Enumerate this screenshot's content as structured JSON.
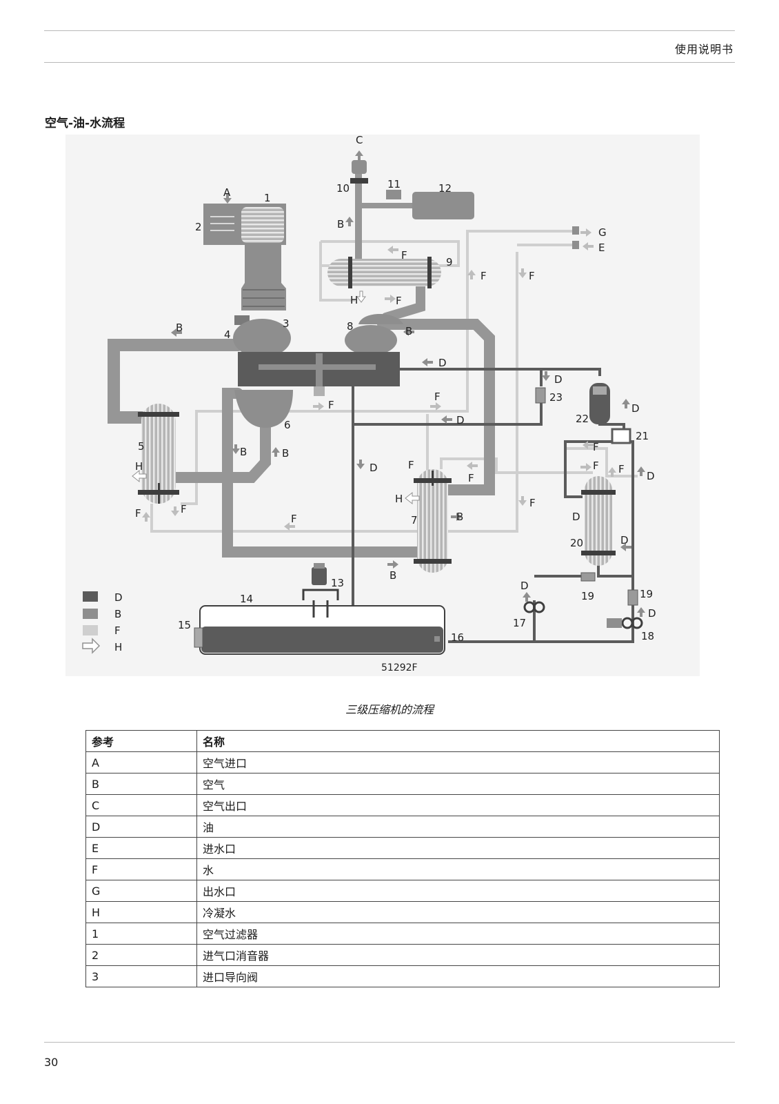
{
  "header": {
    "title": "使用说明书"
  },
  "section": {
    "heading": "空气-油-水流程"
  },
  "diagram": {
    "caption": "三级压缩机的流程",
    "code": "51292F",
    "legend": [
      "D",
      "B",
      "F",
      "H"
    ],
    "colors": {
      "oil": "#5b5b5b",
      "air": "#8e8e8e",
      "water": "#cfcfcf",
      "condensate_outline": "#909090"
    },
    "flow_letters": {
      "A": "A",
      "B": "B",
      "C": "C",
      "D": "D",
      "E": "E",
      "F": "F",
      "G": "G",
      "H": "H"
    },
    "numbers": [
      "1",
      "2",
      "3",
      "4",
      "5",
      "6",
      "7",
      "8",
      "9",
      "10",
      "11",
      "12",
      "13",
      "14",
      "15",
      "16",
      "17",
      "18",
      "19",
      "20",
      "21",
      "22",
      "23"
    ]
  },
  "table": {
    "headers": [
      "参考",
      "名称"
    ],
    "rows": [
      [
        "A",
        "空气进口"
      ],
      [
        "B",
        "空气"
      ],
      [
        "C",
        "空气出口"
      ],
      [
        "D",
        "油"
      ],
      [
        "E",
        "进水口"
      ],
      [
        "F",
        "水"
      ],
      [
        "G",
        "出水口"
      ],
      [
        "H",
        "冷凝水"
      ],
      [
        "1",
        "空气过滤器"
      ],
      [
        "2",
        "进气口消音器"
      ],
      [
        "3",
        "进口导向阀"
      ]
    ]
  },
  "footer": {
    "page_number": "30"
  }
}
